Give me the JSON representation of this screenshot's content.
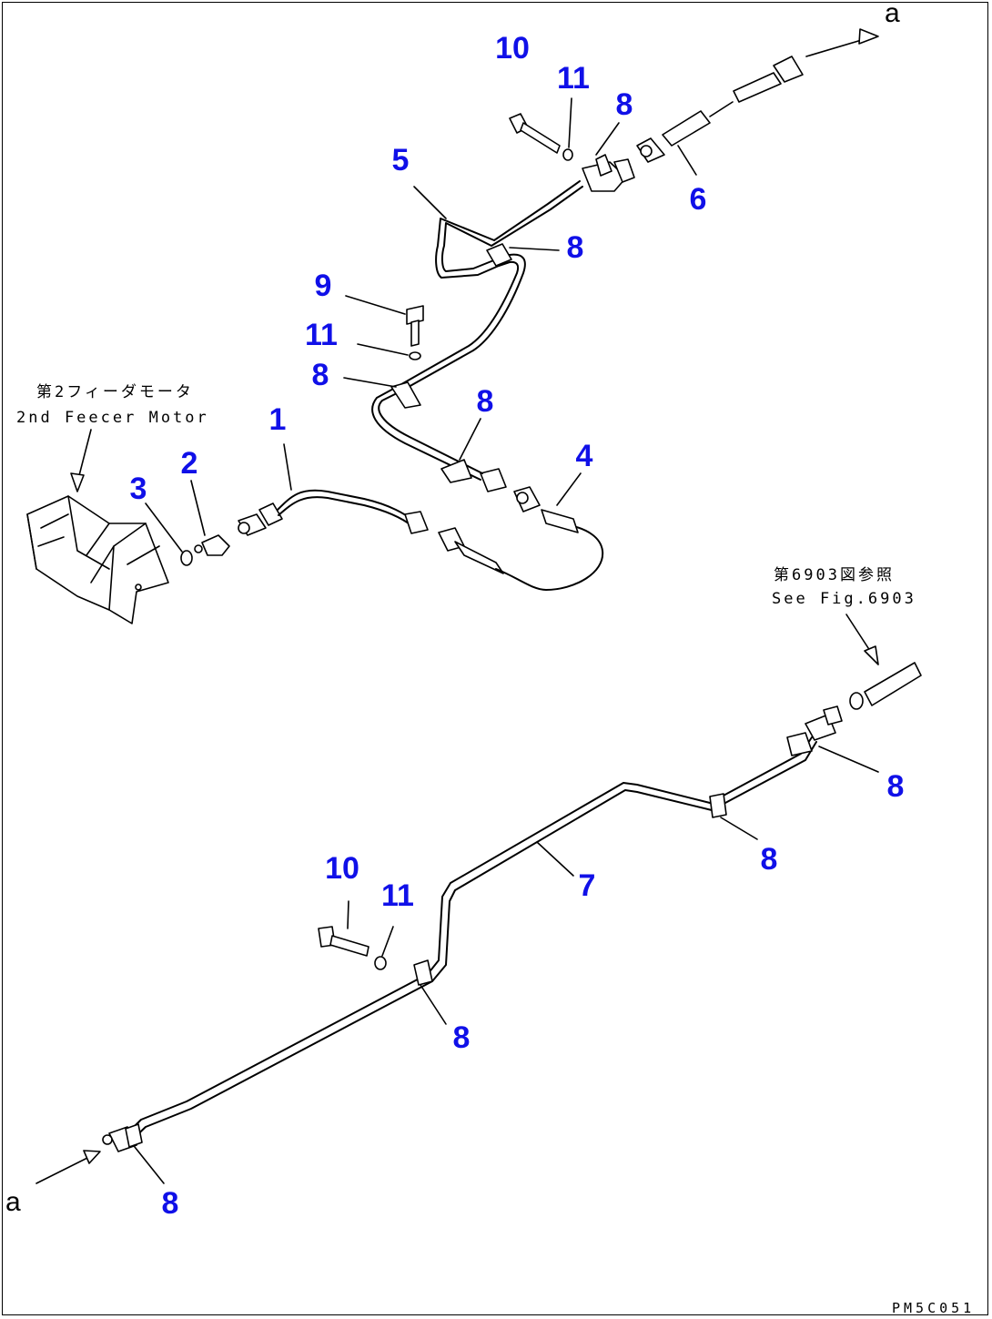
{
  "labels": {
    "n1": "1",
    "n2": "2",
    "n3": "3",
    "n4": "4",
    "n5": "5",
    "n6": "6",
    "n7": "7",
    "n8": "8",
    "n9": "9",
    "n10": "10",
    "n11": "11"
  },
  "refs": {
    "a": "a"
  },
  "motor_note": {
    "jp": "第2フィーダモータ",
    "en": "2nd Feecer Motor"
  },
  "see_note": {
    "jp": "第6903図参照",
    "en": "See Fig.6903"
  },
  "drawing_code": "PM5C051",
  "colors": {
    "callout": "#1010e8",
    "line": "#000000"
  }
}
